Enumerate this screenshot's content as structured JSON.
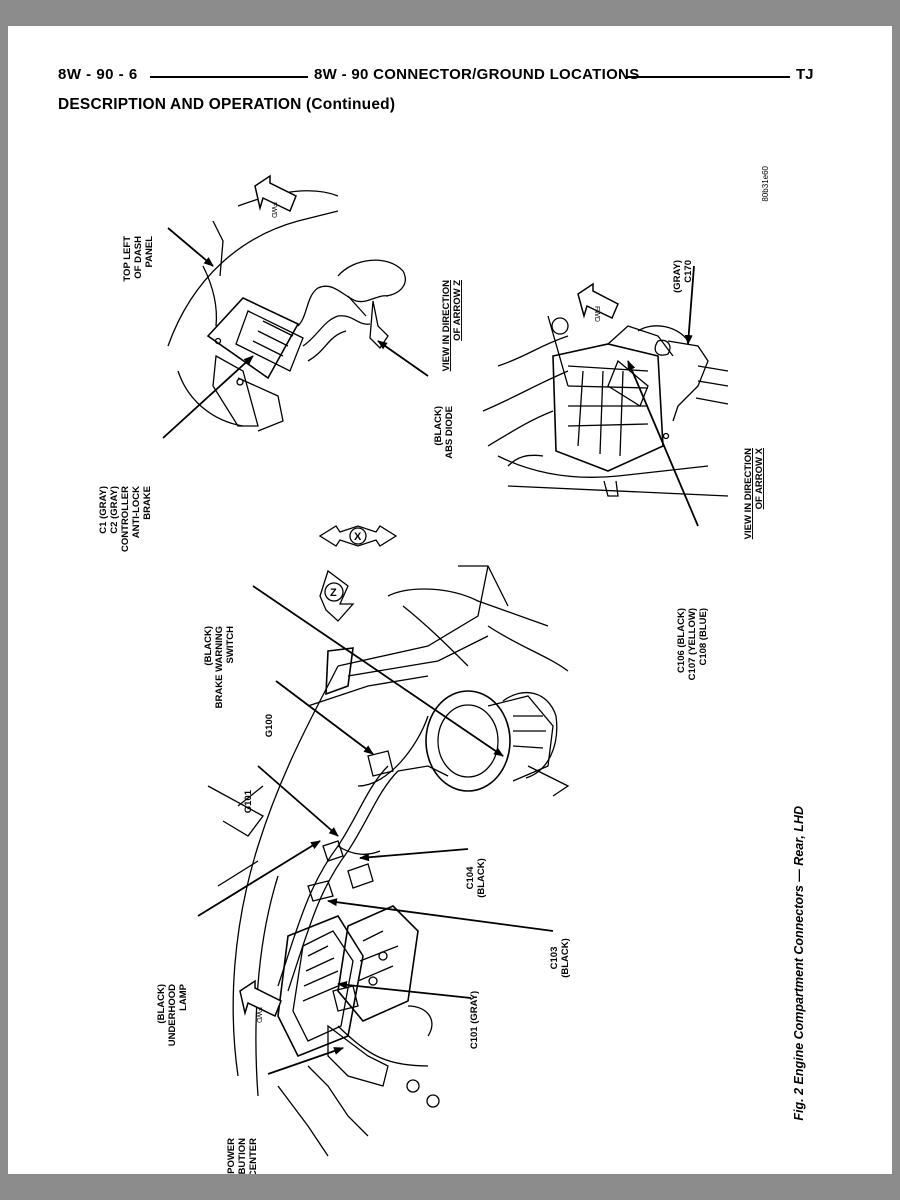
{
  "header": {
    "page_number": "8W - 90 - 6",
    "chapter_title": "8W - 90 CONNECTOR/GROUND LOCATIONS",
    "model": "TJ"
  },
  "section_title": "DESCRIPTION AND OPERATION (Continued)",
  "drawing_code": "80b31e60",
  "figure_caption": "Fig. 2 Engine Compartment Connectors — Rear, LHD",
  "labels": {
    "top_left_dash": [
      "TOP LEFT",
      "OF DASH",
      "PANEL"
    ],
    "abs_controller": [
      "C1 (GRAY)",
      "C2 (GRAY)",
      "CONTROLLER",
      "ANTI-LOCK",
      "BRAKE"
    ],
    "abs_diode": [
      "(BLACK)",
      "ABS DIODE"
    ],
    "view_z": [
      "VIEW IN DIRECTION",
      "OF ARROW Z"
    ],
    "c170": [
      "(GRAY)",
      "C170"
    ],
    "view_x": [
      "VIEW IN DIRECTION",
      "OF ARROW X"
    ],
    "c106": [
      "C106 (BLACK)",
      "C107 (YELLOW)",
      "C108 (BLUE)"
    ],
    "brake_warning": [
      "(BLACK)",
      "BRAKE WARNING",
      "SWITCH"
    ],
    "g100": [
      "G100"
    ],
    "g101": [
      "G101"
    ],
    "c104": [
      "C104",
      "(BLACK)"
    ],
    "underhood_lamp": [
      "(BLACK)",
      "UNDERHOOD",
      "LAMP"
    ],
    "c103": [
      "C103",
      "(BLACK)"
    ],
    "c101": [
      "C101 (GRAY)"
    ],
    "pdc": [
      "POWER",
      "DISTRIBUTION",
      "CENTER"
    ],
    "fwd": "FWD",
    "arrow_x": "X",
    "arrow_z": "Z"
  }
}
